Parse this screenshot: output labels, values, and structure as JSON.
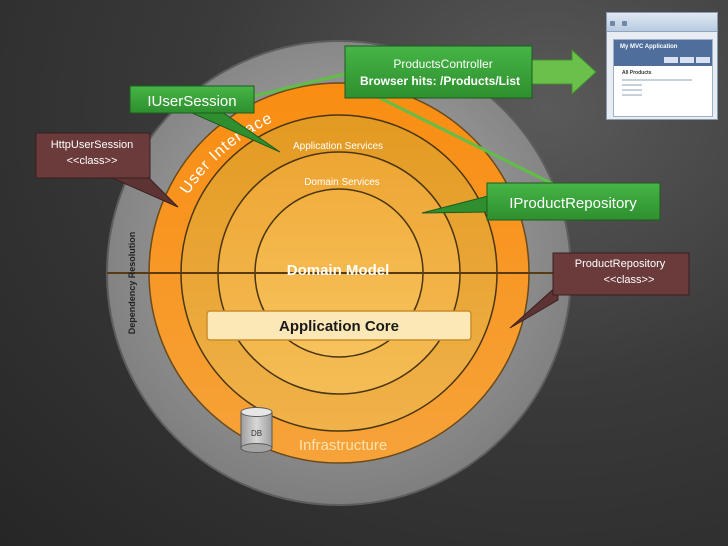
{
  "labels": {
    "user_interface": "User Interface",
    "application_services": "Application Services",
    "domain_services": "Domain Services",
    "domain_model": "Domain Model",
    "application_core": "Application Core",
    "infrastructure": "Infrastructure",
    "dependency_resolution": "Dependency Resolution",
    "db": "DB"
  },
  "callouts": {
    "products_controller_line1": "ProductsController",
    "products_controller_line2": "Browser hits: /Products/List",
    "iusersession": "IUserSession",
    "iproductrepository": "IProductRepository",
    "httpusersession_line1": "HttpUserSession",
    "httpusersession_line2": "<<class>>",
    "productrepository_line1": "ProductRepository",
    "productrepository_line2": "<<class>>"
  },
  "browser": {
    "app_title": "My MVC Application",
    "section_title": "All Products"
  },
  "colors": {
    "background": "#333333",
    "outer_ring": "#9b9b9b",
    "user_interface_ring": "#f7941d",
    "application_services_ring": "#e9a531",
    "domain_services_ring": "#f2b84b",
    "domain_model_core": "#f4bb4c",
    "application_core_box": "#fbe9b8",
    "green_callout": "#3ba23a",
    "brown_callout": "#6b3b3b"
  },
  "icons": [
    "database-icon",
    "arrow-right-icon"
  ]
}
